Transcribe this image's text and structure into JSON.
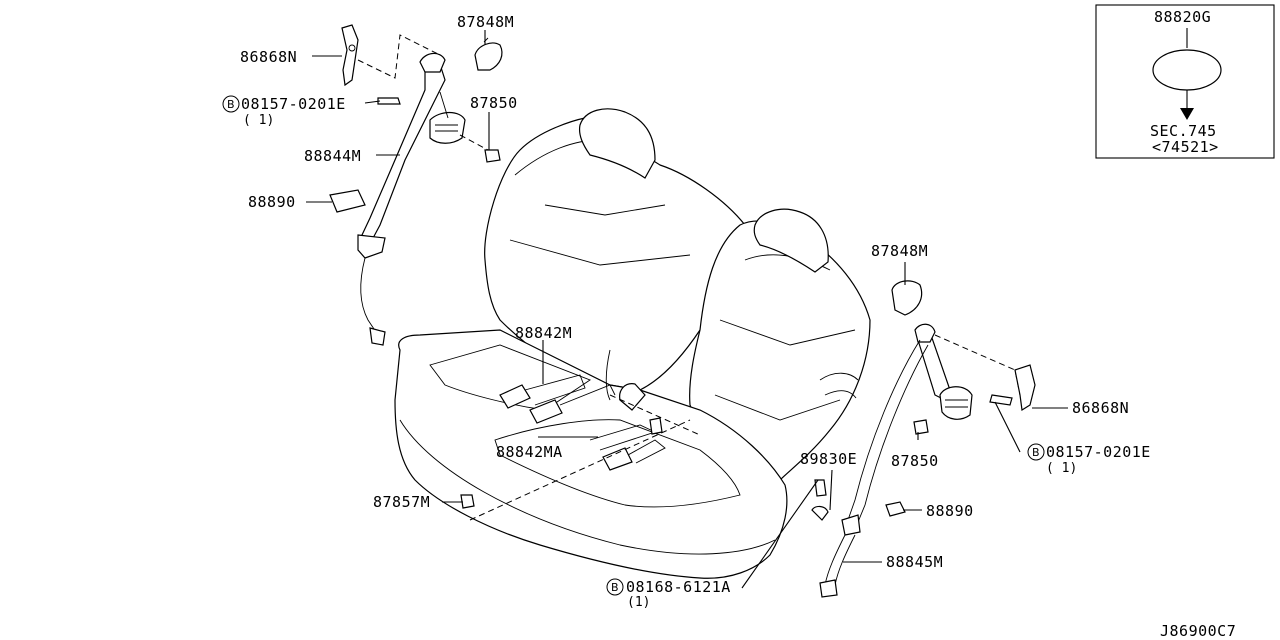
{
  "callouts": {
    "p86868n_left": "86868N",
    "p87848m_top": "87848M",
    "p08157_left": "08157-0201E",
    "p08157_left_qty": "( 1)",
    "p87850_left": "87850",
    "p88844m": "88844M",
    "p88890_left": "88890",
    "p88842m": "88842M",
    "p88842ma": "88842MA",
    "p87857m": "87857M",
    "p87848m_right": "87848M",
    "p86868n_right": "86868N",
    "p08157_right": "08157-0201E",
    "p08157_right_qty": "( 1)",
    "p87850_right": "87850",
    "p89830e": "89830E",
    "p88890_right": "88890",
    "p88845m": "88845M",
    "p08168": "08168-6121A",
    "p08168_qty": "(1)",
    "bolt_marker": "B"
  },
  "inset": {
    "part": "88820G",
    "sec": "SEC.745",
    "ref": "<74521>"
  },
  "drawing_code": "J86900C7"
}
